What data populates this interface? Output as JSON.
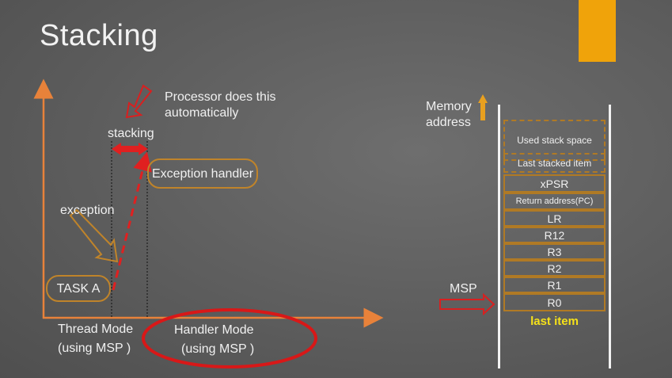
{
  "slide": {
    "title": "Stacking",
    "accent_color": "#f0a30a"
  },
  "diagram": {
    "processor_note": "Processor does this automatically",
    "stacking_label": "stacking",
    "exception_label": "exception",
    "exception_handler": "Exception handler",
    "task_a": "TASK A",
    "thread_mode": "Thread Mode",
    "thread_mode_sub": "(using MSP )",
    "handler_mode": "Handler Mode",
    "handler_mode_sub": "(using MSP )",
    "colors": {
      "axis": "#e8823a",
      "red": "#e02020",
      "orange_outline": "#c0842a"
    }
  },
  "stack": {
    "memory_address_label": "Memory address",
    "msp_label": "MSP",
    "used_space": "Used stack space",
    "last_stacked": "Last stacked item",
    "frames": [
      "xPSR",
      "Return address(PC)",
      "LR",
      "R12",
      "R3",
      "R2",
      "R1",
      "R0"
    ],
    "last_item_label": "last item",
    "last_item_color": "#f5e11a"
  }
}
